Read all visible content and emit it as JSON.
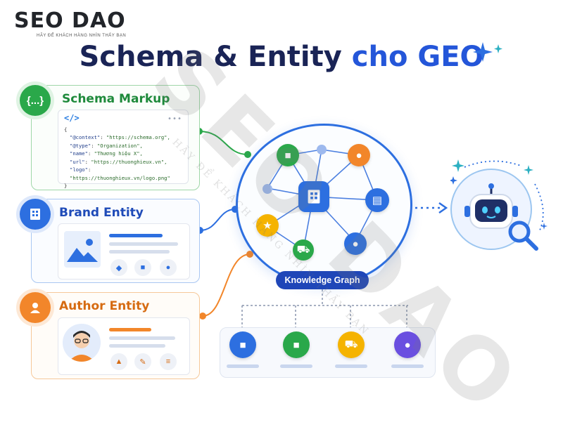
{
  "brand": {
    "name": "SEO DAO",
    "tagline": "HÃY ĐỂ KHÁCH HÀNG NHÌN THẤY BẠN"
  },
  "title": {
    "part1": "Schema & Entity",
    "part2": "cho GEO"
  },
  "schema_card": {
    "title": "Schema Markup",
    "badge": "{...}",
    "code_tag": "</>",
    "code_dots": "•••",
    "code_lines": [
      {
        "key": "\"@context\"",
        "value": "\"https://schema.org\","
      },
      {
        "key": "\"@type\"",
        "value": "\"Organization\","
      },
      {
        "key": "\"name\"",
        "value": "\"Thương hiệu X\","
      },
      {
        "key": "\"url\"",
        "value": "\"https://thuonghieux.vn\","
      },
      {
        "key": "\"logo\"",
        "value": "\"https://thuonghieux.vn/logo.png\""
      }
    ],
    "open_brace": "{",
    "close_brace": "}"
  },
  "brand_card": {
    "title": "Brand Entity"
  },
  "author_card": {
    "title": "Author Entity"
  },
  "knowledge_graph": {
    "label": "Knowledge Graph"
  },
  "watermark": {
    "text": "SEO DAO",
    "sub": "HÃY ĐỂ KHÁCH HÀNG NHÌN THẤY BẠN"
  },
  "colors": {
    "green": "#2aa84a",
    "blue": "#2d6fe0",
    "orange": "#f2862a",
    "navy": "#1a2456",
    "accent": "#2456d9"
  },
  "icons": [
    "braces-icon",
    "building-icon",
    "person-icon",
    "cube-icon",
    "user-icon",
    "document-icon",
    "location-icon",
    "cart-icon",
    "star-icon",
    "robot-icon",
    "magnifier-icon",
    "sparkle-icon"
  ]
}
